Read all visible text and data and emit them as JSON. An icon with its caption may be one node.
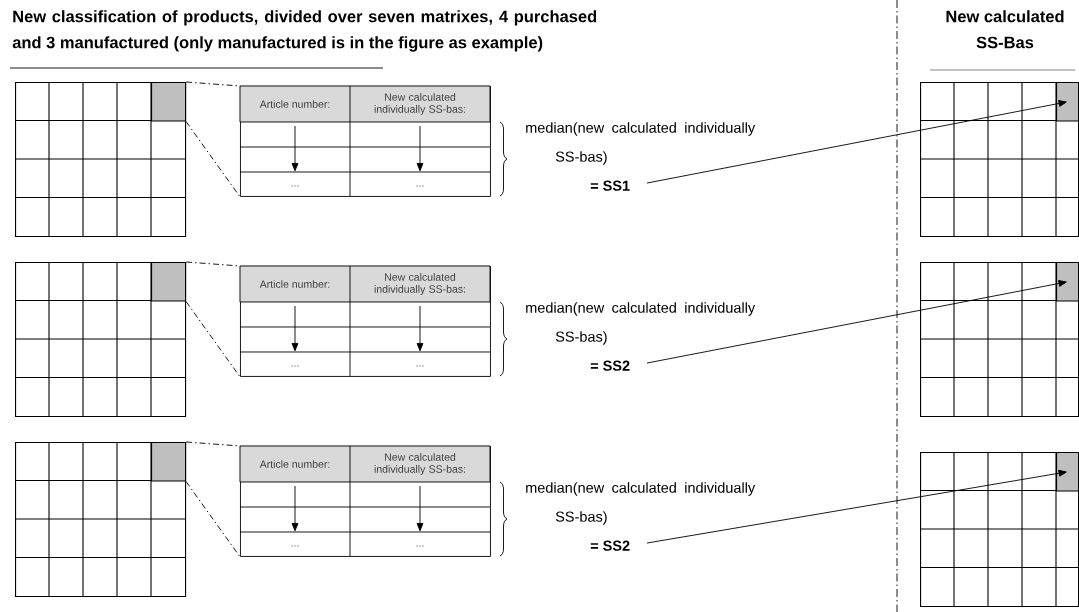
{
  "diagram": {
    "title": "New classification of products, divided over seven matrixes, 4 purchased and 3 manufactured (only manufactured is in the figure as example)",
    "nodes": [
      {
        "text": [],
        "shape": "box"
      },
      {
        "text": [],
        "shape": "box",
        "in": 0
      },
      {
        "text": [
          "Article number:",
          "New calculated individually SS-bas:",
          "...",
          "..."
        ]
      },
      {
        "text": [
          "median(new calculated individually SS-bas)",
          "= SS1"
        ]
      },
      {
        "text": [],
        "shape": "box"
      },
      {
        "text": [],
        "shape": "box",
        "in": 4
      },
      {
        "text": [],
        "shape": "box"
      },
      {
        "text": [],
        "shape": "box",
        "in": 6
      },
      {
        "text": [
          "Article number:",
          "New calculated individually SS-bas:",
          "...",
          "..."
        ]
      },
      {
        "text": [
          "median(new calculated individually SS-bas)",
          "= SS2"
        ]
      },
      {
        "text": [],
        "shape": "box"
      },
      {
        "text": [],
        "shape": "box",
        "in": 10
      },
      {
        "text": [],
        "shape": "box"
      },
      {
        "text": [],
        "shape": "box",
        "in": 12
      },
      {
        "text": [
          "Article number:",
          "New calculated individually SS-bas:",
          "...",
          "..."
        ]
      },
      {
        "text": [
          "median(new calculated individually SS-bas)",
          "= SS2"
        ]
      },
      {
        "text": [],
        "shape": "box"
      },
      {
        "text": [],
        "shape": "box",
        "in": 16
      }
    ],
    "edges": [
      {
        "from": 1,
        "to": 2,
        "arrow": "none",
        "style": "dashed"
      },
      {
        "from": 1,
        "to": 2,
        "arrow": "none",
        "style": "dashed"
      },
      {
        "from": 3,
        "to": 5,
        "arrow": "to"
      },
      {
        "from": 7,
        "to": 8,
        "arrow": "none",
        "style": "dashed"
      },
      {
        "from": 7,
        "to": 8,
        "arrow": "none",
        "style": "dashed"
      },
      {
        "from": 9,
        "to": 11,
        "arrow": "to"
      },
      {
        "from": 13,
        "to": 14,
        "arrow": "none",
        "style": "dashed"
      },
      {
        "from": 13,
        "to": 14,
        "arrow": "none",
        "style": "dashed"
      },
      {
        "from": 15,
        "to": 17,
        "arrow": "to"
      }
    ],
    "labels": [
      "New calculated SS-Bas"
    ]
  }
}
